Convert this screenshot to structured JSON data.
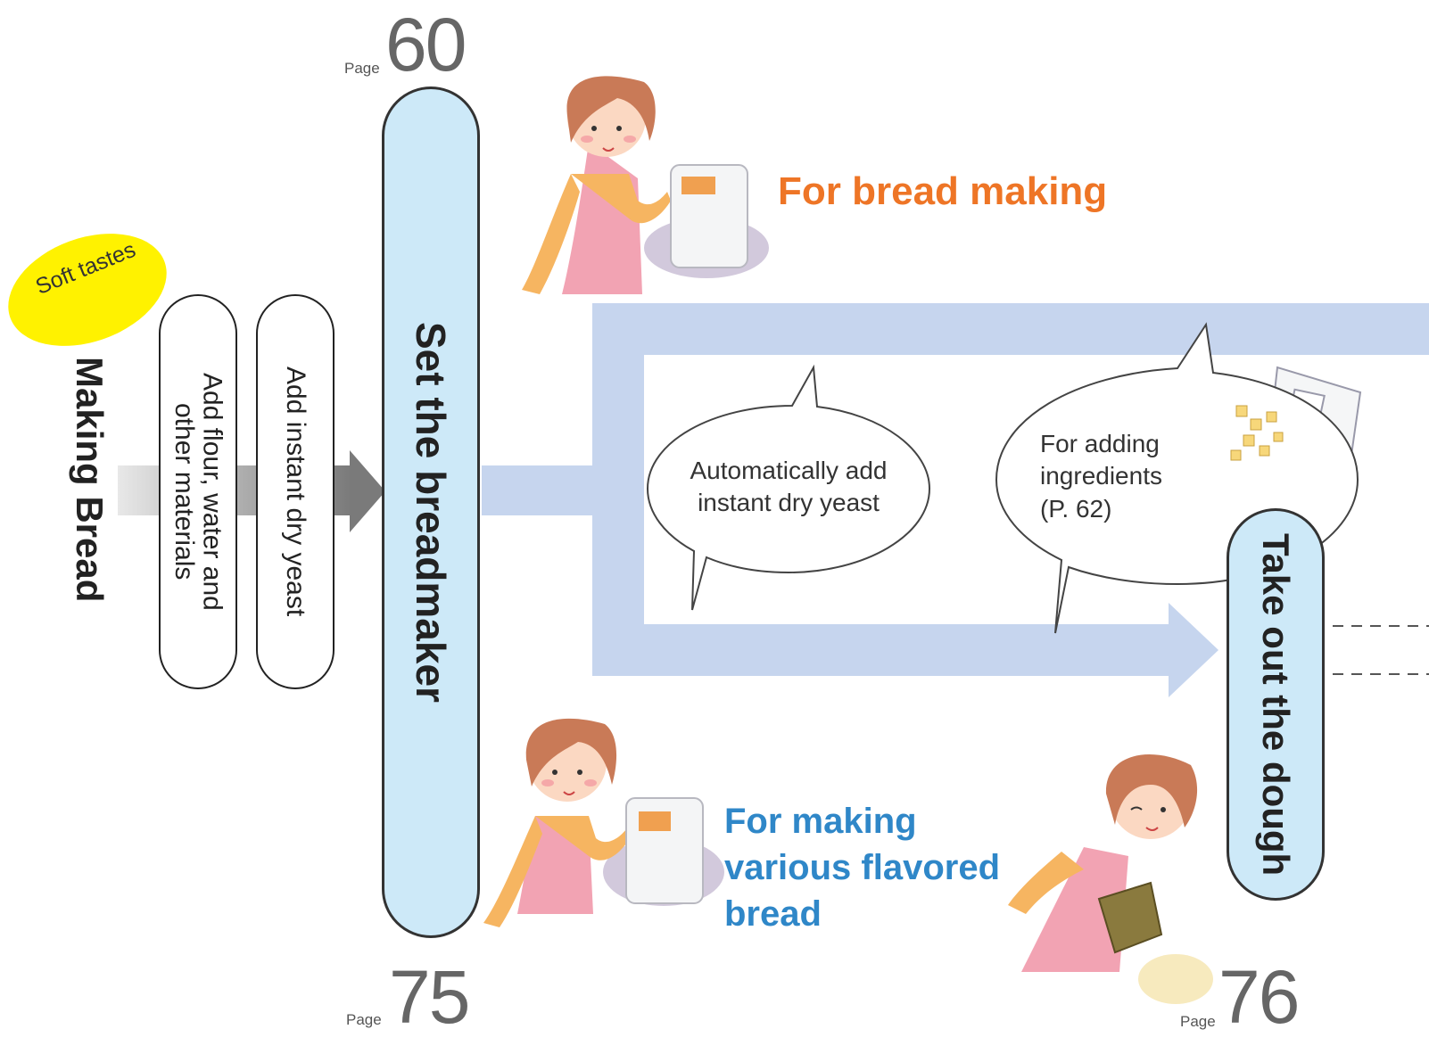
{
  "title": "Making Bread",
  "badge": "Soft tastes",
  "steps": {
    "add_flour": [
      "Add flour, water and",
      "other materials"
    ],
    "add_yeast": "Add instant dry yeast",
    "set_breadmaker": "Set the breadmaker",
    "take_out": "Take out the dough"
  },
  "pages": {
    "label": "Page",
    "top": "60",
    "bottom": "75",
    "right": "76"
  },
  "branches": {
    "bread_making": "For bread making",
    "flavored_bread": [
      "For making",
      "various flavored",
      "bread"
    ]
  },
  "bubbles": {
    "auto_yeast": [
      "Automatically add",
      "instant dry yeast"
    ],
    "add_ingredients": [
      "For adding",
      "ingredients",
      "(P. 62)"
    ]
  },
  "colors": {
    "flow_arrow": "#c6d5ee",
    "pill_blue": "#cde9f8",
    "badge_yellow": "#fff200",
    "orange": "#ee7526",
    "blue": "#2f87c8"
  }
}
